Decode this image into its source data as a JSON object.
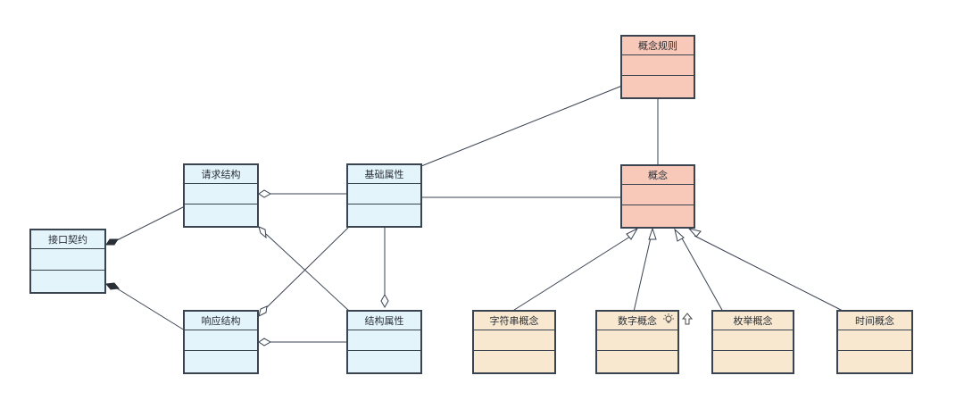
{
  "diagram": {
    "classes": {
      "concept_rule": "概念规则",
      "concept": "概念",
      "base_attr": "基础属性",
      "request_struct": "请求结构",
      "response_struct": "响应结构",
      "struct_attr": "结构属性",
      "interface_contract": "接口契约",
      "string_concept": "字符串概念",
      "number_concept": "数字概念",
      "enum_concept": "枚举概念",
      "time_concept": "时间概念"
    },
    "colors": {
      "line": "#3a4350",
      "blue_fill": "#e3f5fb",
      "red_fill": "#f8c8b9",
      "beige_fill": "#f8e8d0"
    },
    "icons": [
      "lightbulb-icon",
      "arrow-up-icon"
    ]
  }
}
